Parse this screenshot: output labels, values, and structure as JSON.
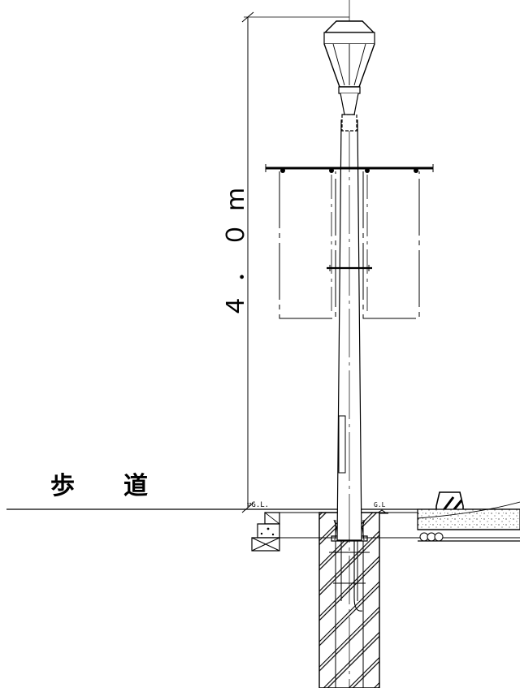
{
  "dimension": {
    "label": "４．０m"
  },
  "labels": {
    "sidewalk": "歩　　道",
    "gl_left": "▽G.L.",
    "gl_right": "G.L"
  },
  "colors": {
    "line": "#000000",
    "background": "#ffffff"
  }
}
